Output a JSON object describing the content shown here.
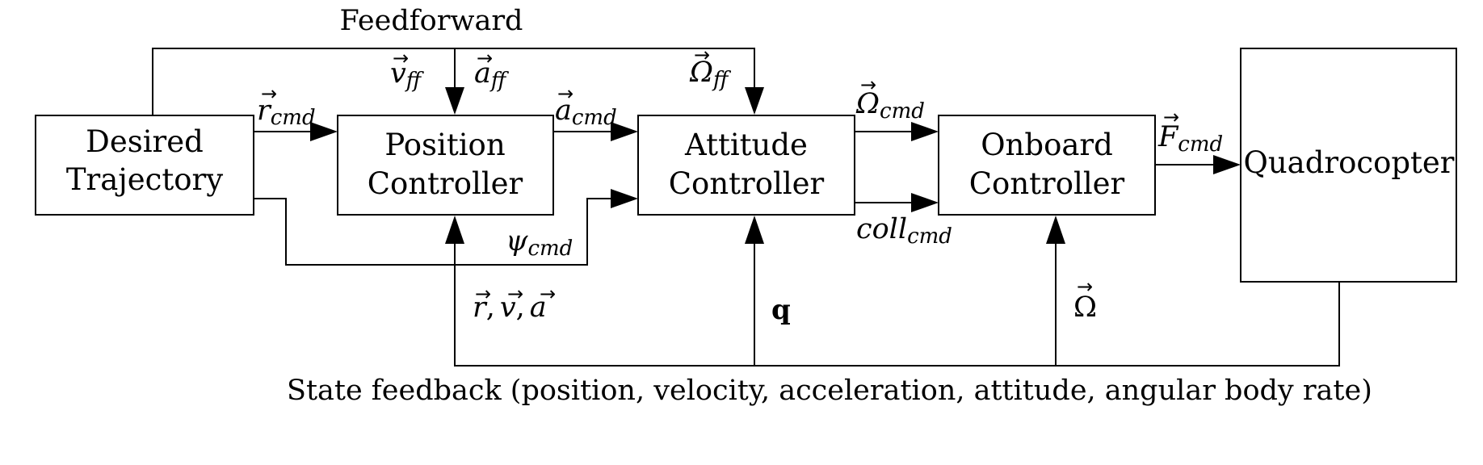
{
  "title": "Feedforward",
  "footer": "State feedback (position, velocity, acceleration, attitude, angular body rate)",
  "blocks": {
    "desired_trajectory": [
      "Desired",
      "Trajectory"
    ],
    "position_controller": [
      "Position",
      "Controller"
    ],
    "attitude_controller": [
      "Attitude",
      "Controller"
    ],
    "onboard_controller": [
      "Onboard",
      "Controller"
    ],
    "quadrocopter": [
      "Quadrocopter"
    ]
  },
  "signals": {
    "r_cmd": {
      "sym": "r",
      "sub": "cmd"
    },
    "a_cmd": {
      "sym": "a",
      "sub": "cmd"
    },
    "omega_cmd": {
      "sym": "Ω",
      "sub": "cmd"
    },
    "f_cmd": {
      "sym": "F",
      "sub": "cmd"
    },
    "psi_cmd": {
      "sym": "ψ",
      "sub": "cmd"
    },
    "coll_cmd": {
      "sym": "coll",
      "sub": "cmd"
    },
    "v_ff": {
      "sym": "v",
      "sub": "ff"
    },
    "a_ff": {
      "sym": "a",
      "sub": "ff"
    },
    "omega_ff": {
      "sym": "Ω",
      "sub": "ff"
    },
    "state_rva": {
      "r": "r",
      "v": "v",
      "a": "a",
      "sep": ","
    },
    "q": "q",
    "omega": "Ω",
    "vec_arrow": "→"
  }
}
